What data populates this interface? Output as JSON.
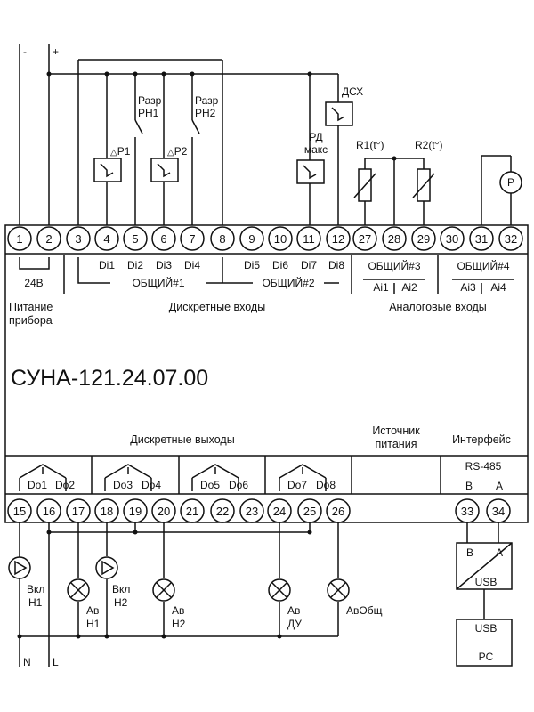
{
  "power": {
    "minus": "-",
    "plus": "+",
    "n": "N",
    "l": "L"
  },
  "top_terminals": [
    "1",
    "2",
    "3",
    "4",
    "5",
    "6",
    "7",
    "8",
    "9",
    "10",
    "11",
    "12",
    "27",
    "28",
    "29",
    "30",
    "31",
    "32"
  ],
  "bottom_terminals": [
    "15",
    "16",
    "17",
    "18",
    "19",
    "20",
    "21",
    "22",
    "23",
    "24",
    "25",
    "26",
    "33",
    "34"
  ],
  "inputs": {
    "v24": "24В",
    "di": [
      "Di1",
      "Di2",
      "Di3",
      "Di4",
      "Di5",
      "Di6",
      "Di7",
      "Di8"
    ],
    "common1": "ОБЩИЙ#1",
    "common2": "ОБЩИЙ#2",
    "common3": "ОБЩИЙ#3",
    "common4": "ОБЩИЙ#4",
    "ai": [
      "Ai1",
      "Ai2",
      "Ai3",
      "Ai4"
    ]
  },
  "sections": {
    "power_l1": "Питание",
    "power_l2": "прибора",
    "discrete_inputs": "Дискретные входы",
    "analog_inputs": "Аналоговые входы",
    "discrete_outputs": "Дискретные выходы",
    "psu_l1": "Источник",
    "psu_l2": "питания",
    "interface": "Интерфейс"
  },
  "device_name": "СУНА-121.24.07.00",
  "outputs": {
    "do": [
      "Do1",
      "Do2",
      "Do3",
      "Do4",
      "Do5",
      "Do6",
      "Do7",
      "Do8"
    ]
  },
  "rs485": {
    "title": "RS-485",
    "b": "B",
    "a": "A"
  },
  "sensors": {
    "p1": "P1",
    "p2": "P2",
    "razr1_l1": "Разр",
    "razr1_l2": "РН1",
    "razr2_l1": "Разр",
    "razr2_l2": "РН2",
    "dsx": "ДСХ",
    "rd_l1": "РД",
    "rd_l2": "макс",
    "r1": "R1(t°)",
    "r2": "R2(t°)",
    "p": "P"
  },
  "loads": {
    "vkl1_l1": "Вкл",
    "vkl1_l2": "Н1",
    "av1_l1": "Ав",
    "av1_l2": "Н1",
    "vkl2_l1": "Вкл",
    "vkl2_l2": "Н2",
    "av2_l1": "Ав",
    "av2_l2": "Н2",
    "avdu_l1": "Ав",
    "avdu_l2": "ДУ",
    "avobsh": "АвОбщ"
  },
  "converter": {
    "b": "B",
    "a": "A",
    "usb": "USB"
  },
  "pc": {
    "usb": "USB",
    "label": "PC"
  }
}
